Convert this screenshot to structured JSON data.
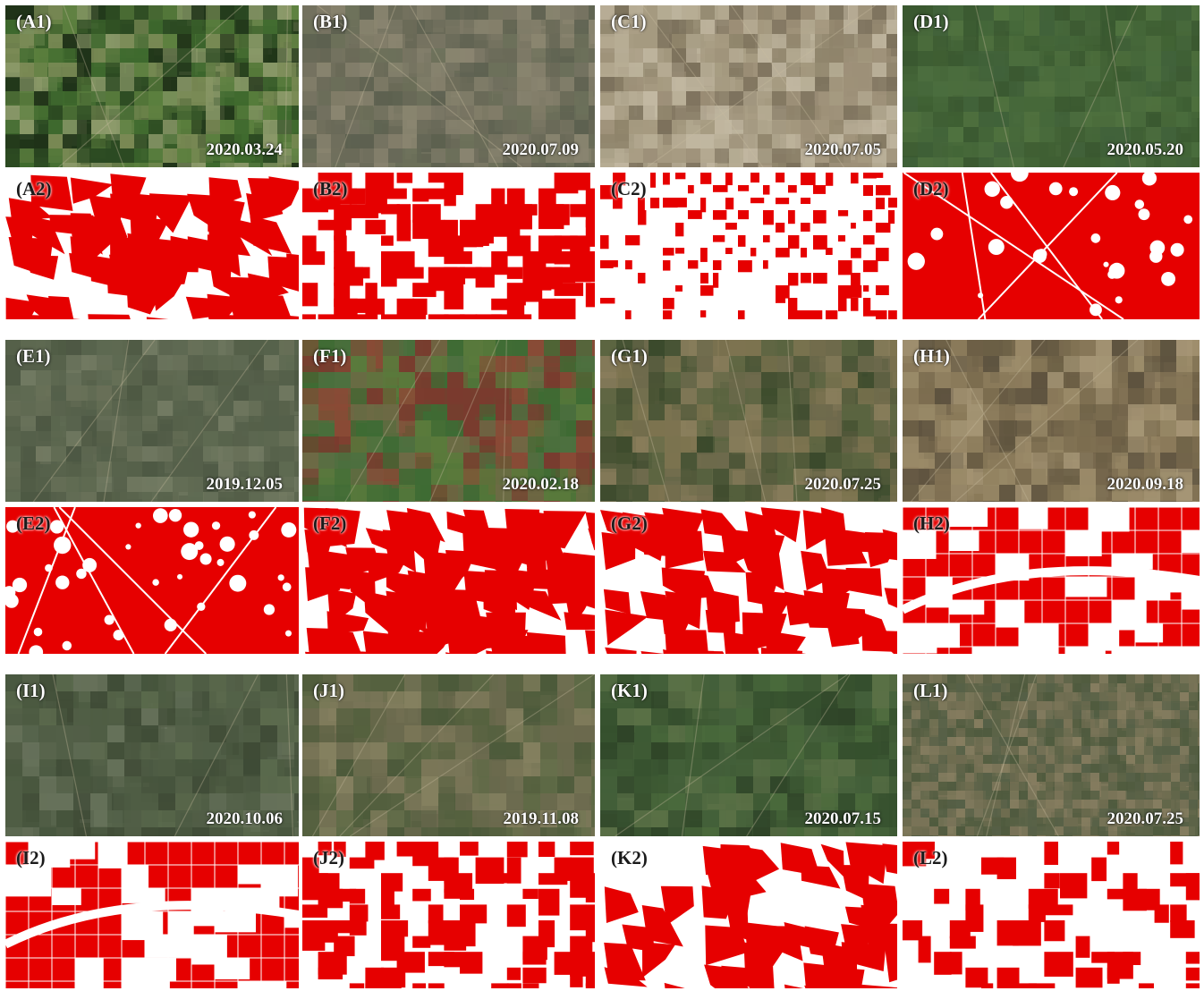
{
  "figure": {
    "colors": {
      "mask": "#e60000",
      "background": "#ffffff"
    },
    "panels": [
      {
        "id": "A",
        "image_label": "(A1)",
        "mask_label": "(A2)",
        "date": "2020.03.24",
        "palette": [
          "#2c4a22",
          "#3f6a2e",
          "#5b7f3e",
          "#7a8a55",
          "#1f3218",
          "#8c9a6a"
        ],
        "mask_pattern": "fields",
        "mask_cover": 0.55
      },
      {
        "id": "B",
        "image_label": "(B1)",
        "mask_label": "(B2)",
        "date": "2020.07.09",
        "palette": [
          "#6a6a58",
          "#777462",
          "#5d6150",
          "#837e6a",
          "#6c705a",
          "#8a8570"
        ],
        "mask_pattern": "blocks",
        "mask_cover": 0.65
      },
      {
        "id": "C",
        "image_label": "(C1)",
        "mask_label": "(C2)",
        "date": "2020.07.05",
        "palette": [
          "#a59a80",
          "#8f846b",
          "#b7ad95",
          "#7c715c",
          "#9d9078",
          "#c2b8a2"
        ],
        "mask_pattern": "checker",
        "mask_cover": 0.35
      },
      {
        "id": "D",
        "image_label": "(D1)",
        "mask_label": "(D2)",
        "date": "2020.05.20",
        "palette": [
          "#3f5f33",
          "#46683a",
          "#3a5830",
          "#4b6d3e",
          "#41623a",
          "#50723f"
        ],
        "mask_pattern": "dots",
        "mask_cover": 0.9
      },
      {
        "id": "E",
        "image_label": "(E1)",
        "mask_label": "(E2)",
        "date": "2019.12.05",
        "palette": [
          "#55604a",
          "#5f6a52",
          "#4d5843",
          "#687058",
          "#58634c",
          "#727a62"
        ],
        "mask_pattern": "dots",
        "mask_cover": 0.85
      },
      {
        "id": "F",
        "image_label": "(F1)",
        "mask_label": "(F2)",
        "date": "2020.02.18",
        "palette": [
          "#3f6b34",
          "#5a7a3c",
          "#7a3b2e",
          "#8a4a36",
          "#4e7040",
          "#6d6a45"
        ],
        "mask_pattern": "fields",
        "mask_cover": 0.6
      },
      {
        "id": "G",
        "image_label": "(G1)",
        "mask_label": "(G2)",
        "date": "2020.07.25",
        "palette": [
          "#6e6a4c",
          "#5a6440",
          "#7d7450",
          "#4a5536",
          "#8a7e5c",
          "#3b4a2c"
        ],
        "mask_pattern": "fields",
        "mask_cover": 0.45
      },
      {
        "id": "H",
        "image_label": "(H1)",
        "mask_label": "(H2)",
        "date": "2020.09.18",
        "palette": [
          "#8a7a5a",
          "#7b6c4f",
          "#9a8a68",
          "#6b5e45",
          "#a69676",
          "#5e533f"
        ],
        "mask_pattern": "grid",
        "mask_cover": 0.75
      },
      {
        "id": "I",
        "image_label": "(I1)",
        "mask_label": "(I2)",
        "date": "2020.10.06",
        "palette": [
          "#4f5d44",
          "#5b6a4d",
          "#46543c",
          "#66715a",
          "#525f47",
          "#3f4b36"
        ],
        "mask_pattern": "grid",
        "mask_cover": 0.8
      },
      {
        "id": "J",
        "image_label": "(J1)",
        "mask_label": "(J2)",
        "date": "2019.11.08",
        "palette": [
          "#6b6a4e",
          "#5e6a46",
          "#7a7658",
          "#55613f",
          "#84805f",
          "#4c5a3a"
        ],
        "mask_pattern": "blocks",
        "mask_cover": 0.5
      },
      {
        "id": "K",
        "image_label": "(K1)",
        "mask_label": "(K2)",
        "date": "2020.07.15",
        "palette": [
          "#3e5a34",
          "#4a6a3c",
          "#36502e",
          "#5a7046",
          "#44603a",
          "#2f4428"
        ],
        "mask_pattern": "fields",
        "mask_cover": 0.35
      },
      {
        "id": "L",
        "image_label": "(L1)",
        "mask_label": "(L2)",
        "date": "2020.07.25",
        "palette": [
          "#5d6448",
          "#6e6c50",
          "#4f5a3e",
          "#7a7458",
          "#566047",
          "#867d60"
        ],
        "mask_pattern": "blocks",
        "mask_cover": 0.3
      }
    ]
  }
}
